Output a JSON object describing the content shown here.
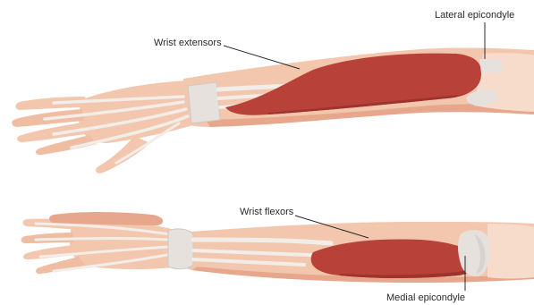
{
  "labels": {
    "wrist_extensors": "Wrist extensors",
    "lateral_epicondyle": "Lateral epicondyle",
    "wrist_flexors": "Wrist flexors",
    "medial_epicondyle": "Medial epicondyle"
  },
  "colors": {
    "background": "#ffffff",
    "skin": "#f3c7ae",
    "skin_shadow": "#e7a78c",
    "skin_light": "#f8dccb",
    "muscle": "#b8413a",
    "muscle_dark": "#9e332d",
    "tendon": "#f2ede8",
    "tendon_shadow": "#d9d3cf",
    "label_text": "#2a2a2a"
  }
}
